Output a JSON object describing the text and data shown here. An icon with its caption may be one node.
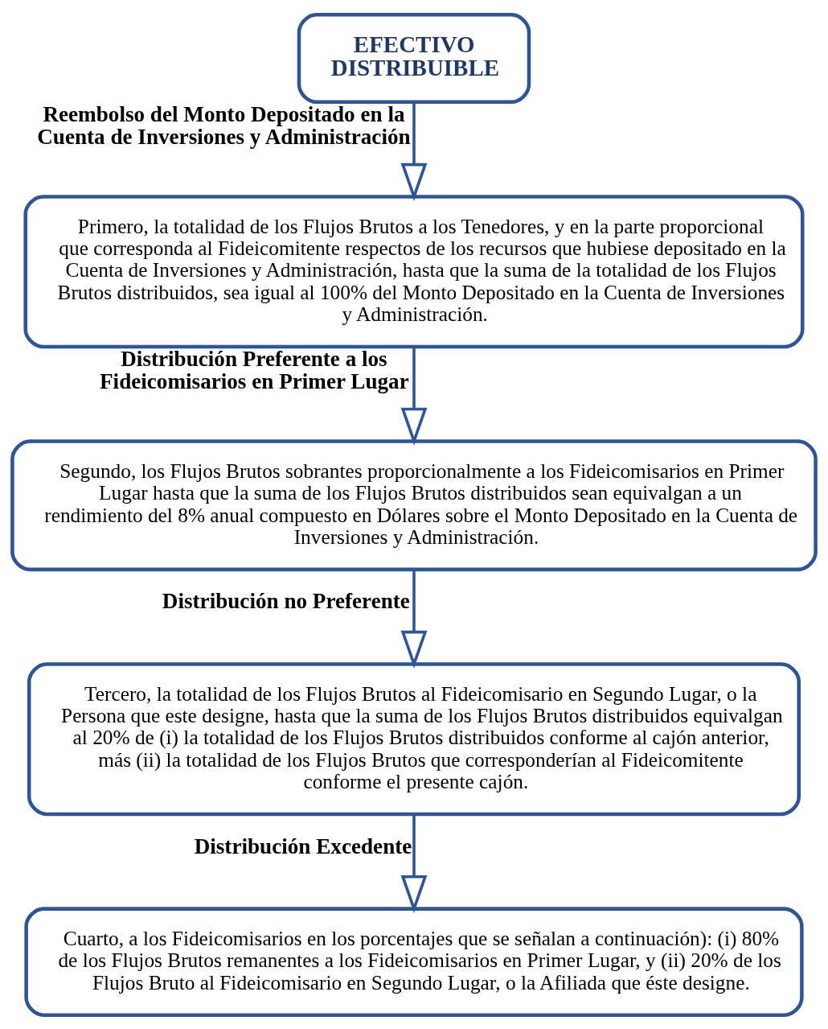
{
  "diagram": {
    "nodes": [
      {
        "text": [
          "EFECTIVO DISTRIBUIBLE"
        ]
      },
      {
        "text": [
          "Primero, la totalidad de los Flujos Brutos a los Tenedores, y en la parte proporcional que corresponda al Fideicomitente respectos de los recursos que hubiese depositado en la Cuenta de Inversiones y Administración, hasta que la suma de la totalidad de los Flujos Brutos distribuidos, sea igual al 100% del Monto Depositado en la Cuenta de Inversiones y Administración."
        ]
      },
      {
        "text": [
          "Segundo, los Flujos Brutos sobrantes proporcionalmente a los Fideicomisarios en Primer Lugar hasta que la suma de los Flujos Brutos distribuidos sean equivalgan a un rendimiento del 8% anual compuesto en Dólares sobre el Monto Depositado en la Cuenta de Inversiones y Administración."
        ]
      },
      {
        "text": [
          "Tercero, la totalidad de los Flujos Brutos al Fideicomisario en Segundo Lugar, o la Persona que este designe, hasta que la suma de los Flujos Brutos distribuidos equivalgan al 20% de (i) la totalidad de los Flujos Brutos distribuidos conforme al cajón anterior, más (ii) la totalidad de los Flujos Brutos que corresponderían al Fideicomitente conforme el presente cajón."
        ]
      },
      {
        "text": [
          "Cuarto, a los Fideicomisarios en los porcentajes que se señalan a continuación): (i) 80% de los Flujos Brutos remanentes a los Fideicomisarios en Primer Lugar, y (ii) 20% de los Flujos Bruto al Fideicomisario en Segundo Lugar, o la Afiliada que éste designe."
        ]
      }
    ],
    "edges": [
      {
        "from": 0,
        "to": 1,
        "arrow": "to",
        "label": "Reembolso del Monto Depositado en la Cuenta de Inversiones y Administración"
      },
      {
        "from": 1,
        "to": 2,
        "arrow": "to",
        "label": "Distribución Preferente a los Fideicomisarios en Primer Lugar"
      },
      {
        "from": 2,
        "to": 3,
        "arrow": "to",
        "label": "Distribución no Preferente"
      },
      {
        "from": 3,
        "to": 4,
        "arrow": "to",
        "label": "Distribución Excedente"
      }
    ]
  }
}
